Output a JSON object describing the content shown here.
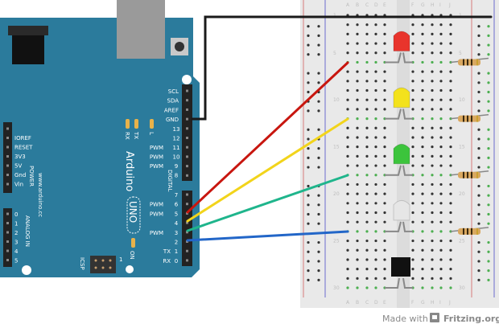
{
  "arduino": {
    "brand": "Arduino",
    "model": "UNO",
    "website": "www.arduino.cc",
    "on_label": "ON",
    "l_label": "L",
    "tx_led": "TX",
    "rx_led": "RX",
    "icsp": "ICSP",
    "icsp_pin1": "1",
    "digital": "DIGITAL",
    "power": "POWER",
    "analog_in": "ANALOG IN",
    "right_top_labels": [
      "SCL",
      "SDA",
      "AREF",
      "GND"
    ],
    "right_top_numbers": [
      "13",
      "12",
      "11",
      "10",
      "9",
      "8"
    ],
    "right_bottom_numbers": [
      "7",
      "6",
      "5",
      "4",
      "3",
      "2",
      "1",
      "0"
    ],
    "pwm": "PWM",
    "tx_pin": "TX",
    "rx_pin": "RX",
    "power_labels": [
      "IOREF",
      "RESET",
      "3V3",
      "5V",
      "Gnd",
      "Vin"
    ],
    "analog_numbers": [
      "0",
      "1",
      "2",
      "3",
      "4",
      "5"
    ],
    "color": "#2b7b9c"
  },
  "breadboard": {
    "columns_left": [
      "A",
      "B",
      "C",
      "D",
      "E"
    ],
    "columns_right": [
      "F",
      "G",
      "H",
      "I",
      "J"
    ],
    "row_numbers": [
      "1",
      "5",
      "10",
      "15",
      "20",
      "25",
      "30"
    ]
  },
  "wires": {
    "gnd": "#1a1a1a",
    "red": "#c8160f",
    "yellow": "#f2d41b",
    "green": "#1fb58c",
    "blue": "#2266c8"
  },
  "leds": [
    "#e8342c",
    "#f3e21c",
    "#3cc43c",
    "#e6e6e6"
  ],
  "footer": {
    "made_with": "Made with",
    "brand": "Fritzing.org"
  }
}
